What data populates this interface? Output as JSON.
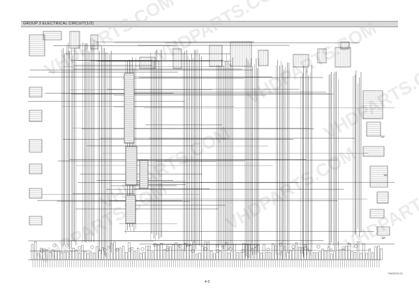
{
  "header": {
    "title": "GROUP 3  ELECTRICAL CIRCUIT(1/2)"
  },
  "footer": {
    "page_number": "4-3",
    "drawing_code": "7MM301ELS1"
  },
  "watermark": {
    "text": "VHDPARTS.COM",
    "color": "#c8c8c8"
  },
  "colors": {
    "wire": "#2a2a2a",
    "wire_light": "#7a7a7a",
    "component": "#333333",
    "header_fill": "#d9d9d9"
  }
}
